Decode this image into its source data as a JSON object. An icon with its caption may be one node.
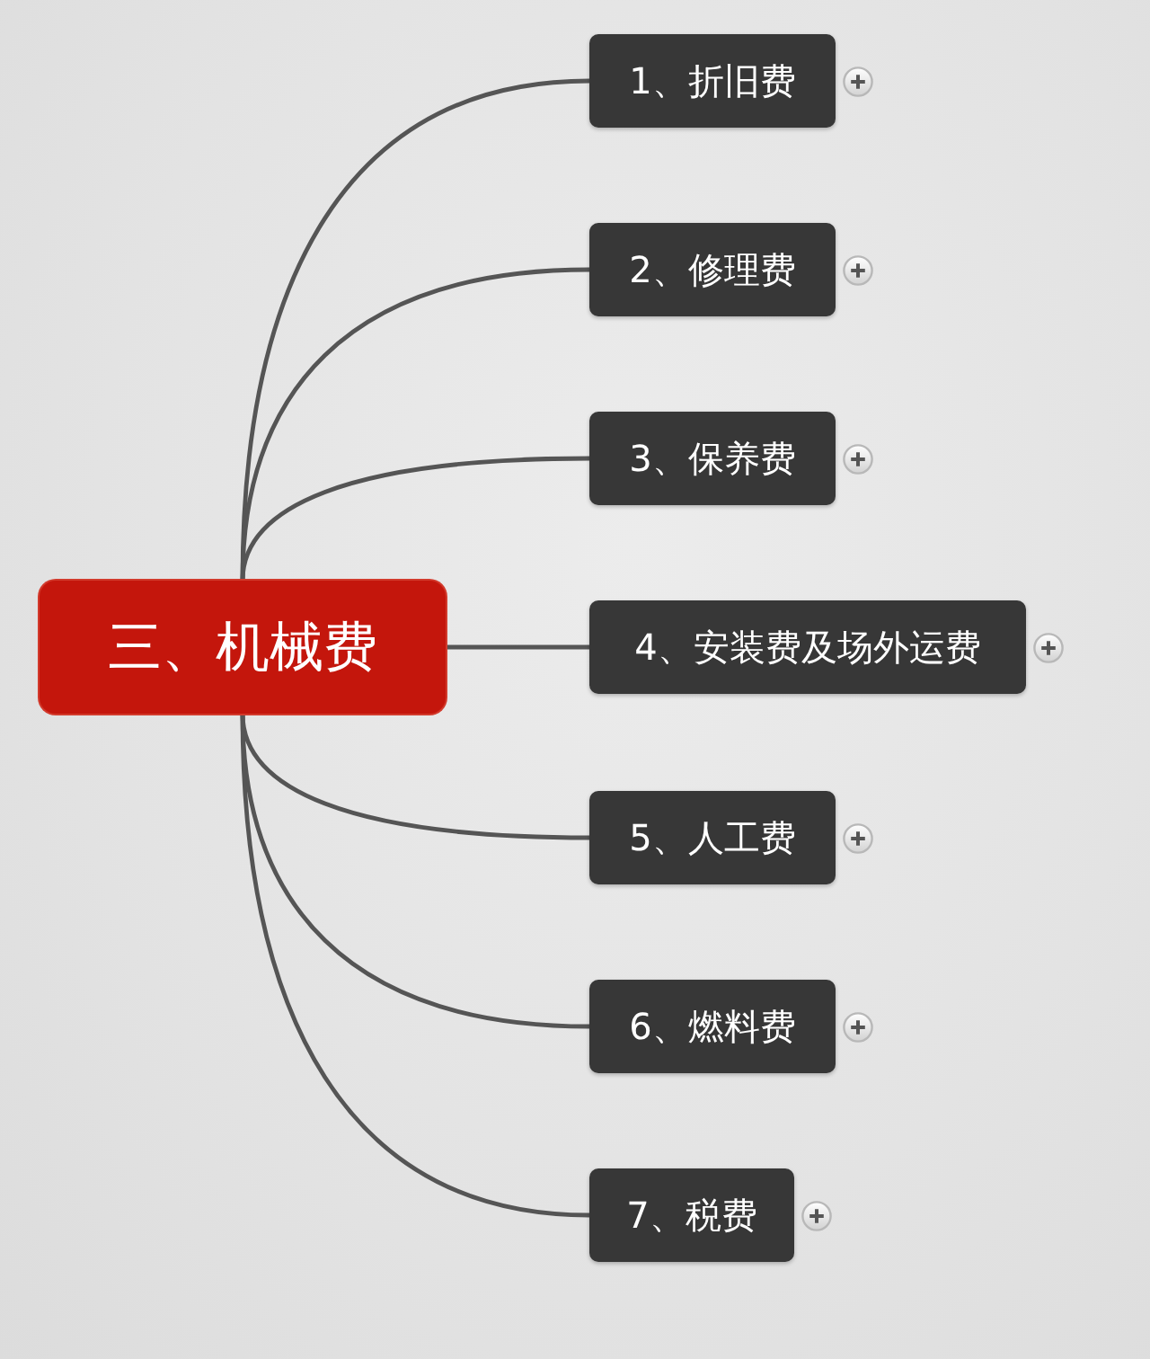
{
  "diagram": {
    "nodes": [
      {
        "text": [
          "三、机械费"
        ]
      },
      {
        "text": [
          "1、折旧费"
        ]
      },
      {
        "text": [
          "2、修理费"
        ]
      },
      {
        "text": [
          "3、保养费"
        ]
      },
      {
        "text": [
          "4、安装费及场外运费"
        ]
      },
      {
        "text": [
          "5、人工费"
        ]
      },
      {
        "text": [
          "6、燃料费"
        ]
      },
      {
        "text": [
          "7、税费"
        ]
      }
    ],
    "edges": [
      {
        "from": 0,
        "to": 1,
        "arrow": "none"
      },
      {
        "from": 0,
        "to": 2,
        "arrow": "none"
      },
      {
        "from": 0,
        "to": 3,
        "arrow": "none"
      },
      {
        "from": 0,
        "to": 4,
        "arrow": "none"
      },
      {
        "from": 0,
        "to": 5,
        "arrow": "none"
      },
      {
        "from": 0,
        "to": 6,
        "arrow": "none"
      },
      {
        "from": 0,
        "to": 7,
        "arrow": "none"
      }
    ]
  }
}
